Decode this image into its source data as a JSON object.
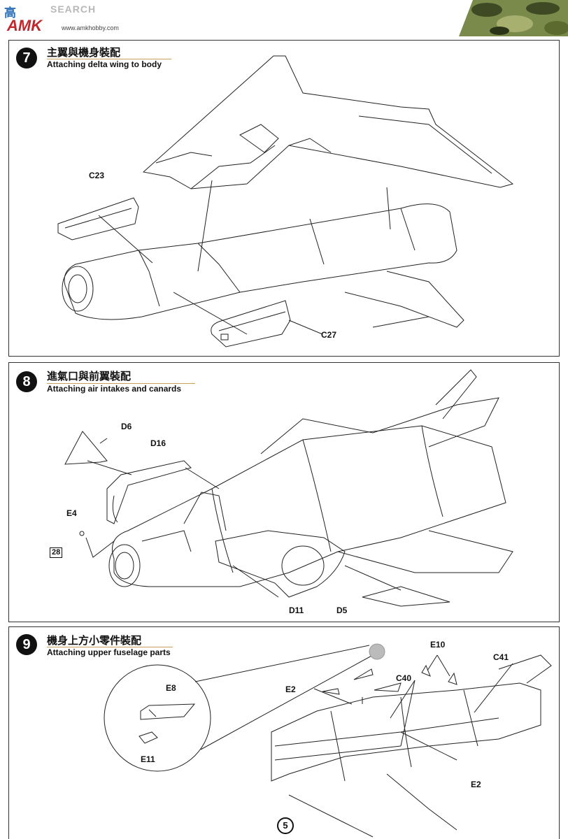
{
  "header": {
    "logo_chars": "高 ",
    "logo_search": "SEARCH",
    "logo_brand": "AMK",
    "url": "www.amkhobby.com"
  },
  "steps": [
    {
      "number": "7",
      "title_zh": "主翼與機身裝配",
      "title_en": "Attaching delta wing to body",
      "parts": [
        "C23",
        "C27"
      ]
    },
    {
      "number": "8",
      "title_zh": "進氣口與前翼裝配",
      "title_en": "Attaching air intakes and canards",
      "parts": [
        "D6",
        "D16",
        "E4",
        "D11",
        "D5"
      ],
      "ref_box": "28"
    },
    {
      "number": "9",
      "title_zh": "機身上方小零件裝配",
      "title_en": "Attaching upper fuselage parts",
      "parts": [
        "E10",
        "C41",
        "E2",
        "C40",
        "E8",
        "E11",
        "E2"
      ]
    }
  ],
  "page_number": "5",
  "colors": {
    "accent": "#c8a060",
    "logo_blue": "#2a6fb8",
    "logo_red": "#c0282d"
  }
}
